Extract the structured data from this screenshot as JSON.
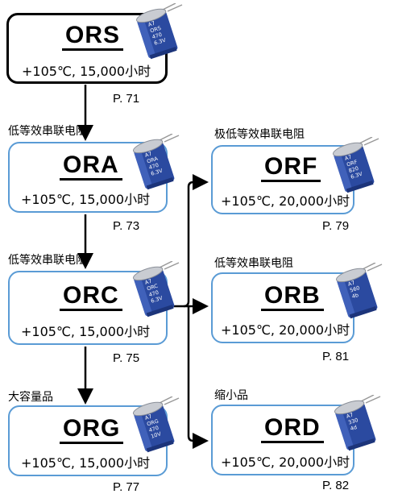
{
  "products": [
    {
      "name": "ORS",
      "spec": "+105℃, 15,000小时",
      "page": "P. 71",
      "feature": "",
      "cap_text": [
        "A7",
        "ORS",
        "470",
        "6.3V"
      ]
    },
    {
      "name": "ORA",
      "spec": "+105℃, 15,000小时",
      "page": "P. 73",
      "feature": "低等效串联电阻",
      "cap_text": [
        "A7",
        "ORA",
        "470",
        "6.3V"
      ]
    },
    {
      "name": "ORC",
      "spec": "+105℃, 15,000小时",
      "page": "P. 75",
      "feature": "低等效串联电阻",
      "cap_text": [
        "A7",
        "ORC",
        "470",
        "6.3V"
      ]
    },
    {
      "name": "ORG",
      "spec": "+105℃, 15,000小时",
      "page": "P. 77",
      "feature": "大容量品",
      "cap_text": [
        "A7",
        "ORG",
        "470",
        "10V"
      ]
    },
    {
      "name": "ORF",
      "spec": "+105℃, 20,000小时",
      "page": "P. 79",
      "feature": "极低等效串联电阻",
      "cap_text": [
        "A7",
        "ORF",
        "820",
        "6.3V"
      ]
    },
    {
      "name": "ORB",
      "spec": "+105℃, 20,000小时",
      "page": "P. 81",
      "feature": "低等效串联电阻",
      "cap_text": [
        "A7",
        "560",
        "4b"
      ]
    },
    {
      "name": "ORD",
      "spec": "+105℃, 20,000小时",
      "page": "P. 82",
      "feature": "缩小品",
      "cap_text": [
        "A7",
        "330",
        "4d"
      ]
    }
  ],
  "colors": {
    "series_border": "#5a9bd5",
    "main_border": "#000000",
    "sleeve": "#2b4aa0",
    "cap_metal": "#c9ccd2"
  }
}
